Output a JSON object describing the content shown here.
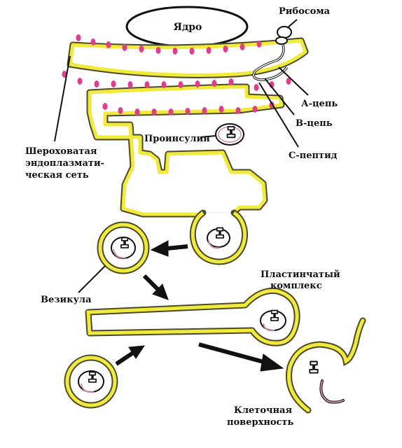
{
  "labels": {
    "nucleus": "Ядро",
    "ribosome": "Рибосома",
    "a_chain": "А-цепь",
    "b_chain": "В-цепь",
    "c_peptide": "С-пептид",
    "proinsulin": "Проинсулин",
    "rough_er_line1": "Шероховатая",
    "rough_er_line2": "эндоплазмати-",
    "rough_er_line3": "ческая сеть",
    "vesicle": "Везикула",
    "golgi_line1": "Пластинчатый",
    "golgi_line2": "комплекс",
    "cell_surface_line1": "Клеточная",
    "cell_surface_line2": "поверхность"
  },
  "colors": {
    "membrane_fill": "#f1ea3a",
    "membrane_edge": "#4a4a2a",
    "ribosome_dots": "#e23d8c",
    "c_peptide": "#cf8aac",
    "ink": "#111111"
  }
}
